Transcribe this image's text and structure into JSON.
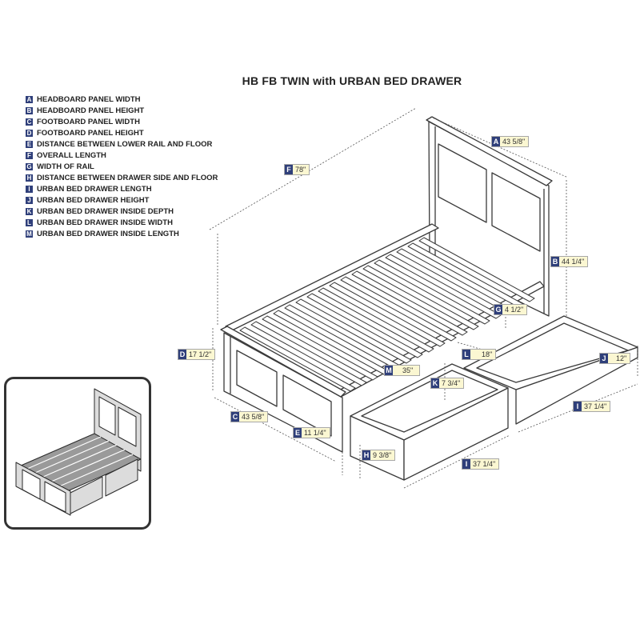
{
  "title": "HB FB TWIN with URBAN BED DRAWER",
  "legend": [
    {
      "key": "A",
      "label": "HEADBOARD PANEL WIDTH"
    },
    {
      "key": "B",
      "label": "HEADBOARD PANEL HEIGHT"
    },
    {
      "key": "C",
      "label": "FOOTBOARD PANEL WIDTH"
    },
    {
      "key": "D",
      "label": "FOOTBOARD PANEL HEIGHT"
    },
    {
      "key": "E",
      "label": "DISTANCE BETWEEN LOWER RAIL AND FLOOR"
    },
    {
      "key": "F",
      "label": "OVERALL LENGTH"
    },
    {
      "key": "G",
      "label": "WIDTH OF RAIL"
    },
    {
      "key": "H",
      "label": "DISTANCE BETWEEN DRAWER SIDE AND FLOOR"
    },
    {
      "key": "I",
      "label": "URBAN BED DRAWER LENGTH"
    },
    {
      "key": "J",
      "label": "URBAN BED DRAWER HEIGHT"
    },
    {
      "key": "K",
      "label": "URBAN BED DRAWER INSIDE DEPTH"
    },
    {
      "key": "L",
      "label": "URBAN BED DRAWER INSIDE WIDTH"
    },
    {
      "key": "M",
      "label": "URBAN BED DRAWER INSIDE LENGTH"
    }
  ],
  "dimensions": {
    "A": {
      "key": "A",
      "value": "43 5/8\""
    },
    "B": {
      "key": "B",
      "value": "44 1/4\""
    },
    "C": {
      "key": "C",
      "value": "43 5/8\""
    },
    "D": {
      "key": "D",
      "value": "17 1/2\""
    },
    "E": {
      "key": "E",
      "value": "11 1/4\""
    },
    "F": {
      "key": "F",
      "value": "78\""
    },
    "G": {
      "key": "G",
      "value": "4 1/2\""
    },
    "H": {
      "key": "H",
      "value": "9 3/8\""
    },
    "I1": {
      "key": "I",
      "value": "37 1/4\""
    },
    "I2": {
      "key": "I",
      "value": "37 1/4\""
    },
    "J": {
      "key": "J",
      "value": "12\""
    },
    "K": {
      "key": "K",
      "value": "7 3/4\""
    },
    "L": {
      "key": "L",
      "value": "18\""
    },
    "M": {
      "key": "M",
      "value": "35\""
    }
  },
  "colors": {
    "key_fill": "#2f3f7a",
    "callout_fill": "#fbf7d2",
    "line": "#3a3a3a"
  }
}
